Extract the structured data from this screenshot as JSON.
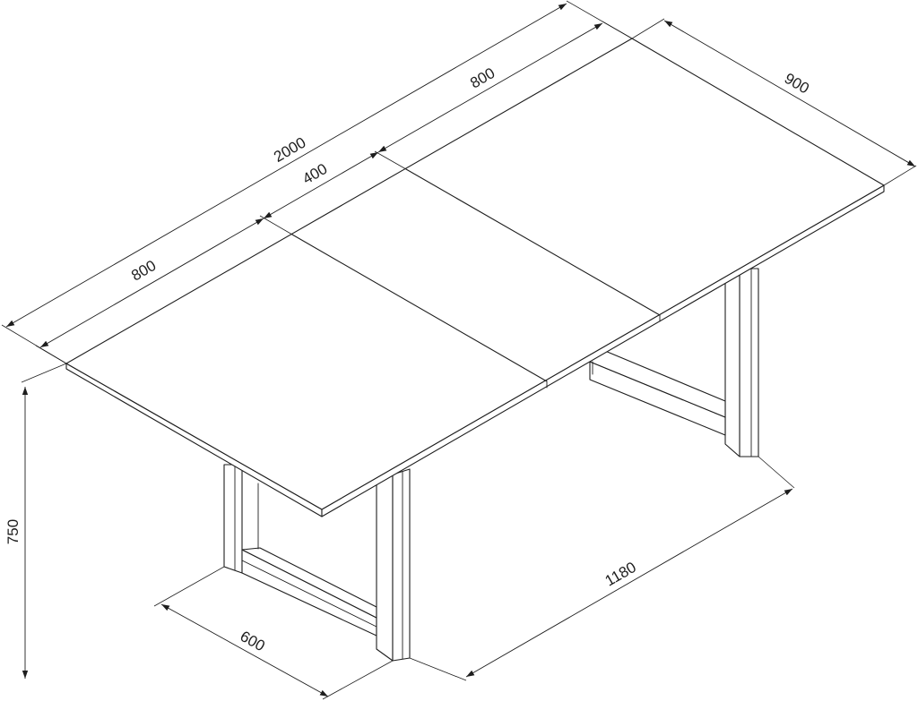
{
  "dimensions": {
    "total_length": "2000",
    "left_leaf": "800",
    "extension_leaf": "400",
    "right_leaf": "800",
    "width": "900",
    "height": "750",
    "leg_frame_depth": "600",
    "leg_span": "1180"
  }
}
